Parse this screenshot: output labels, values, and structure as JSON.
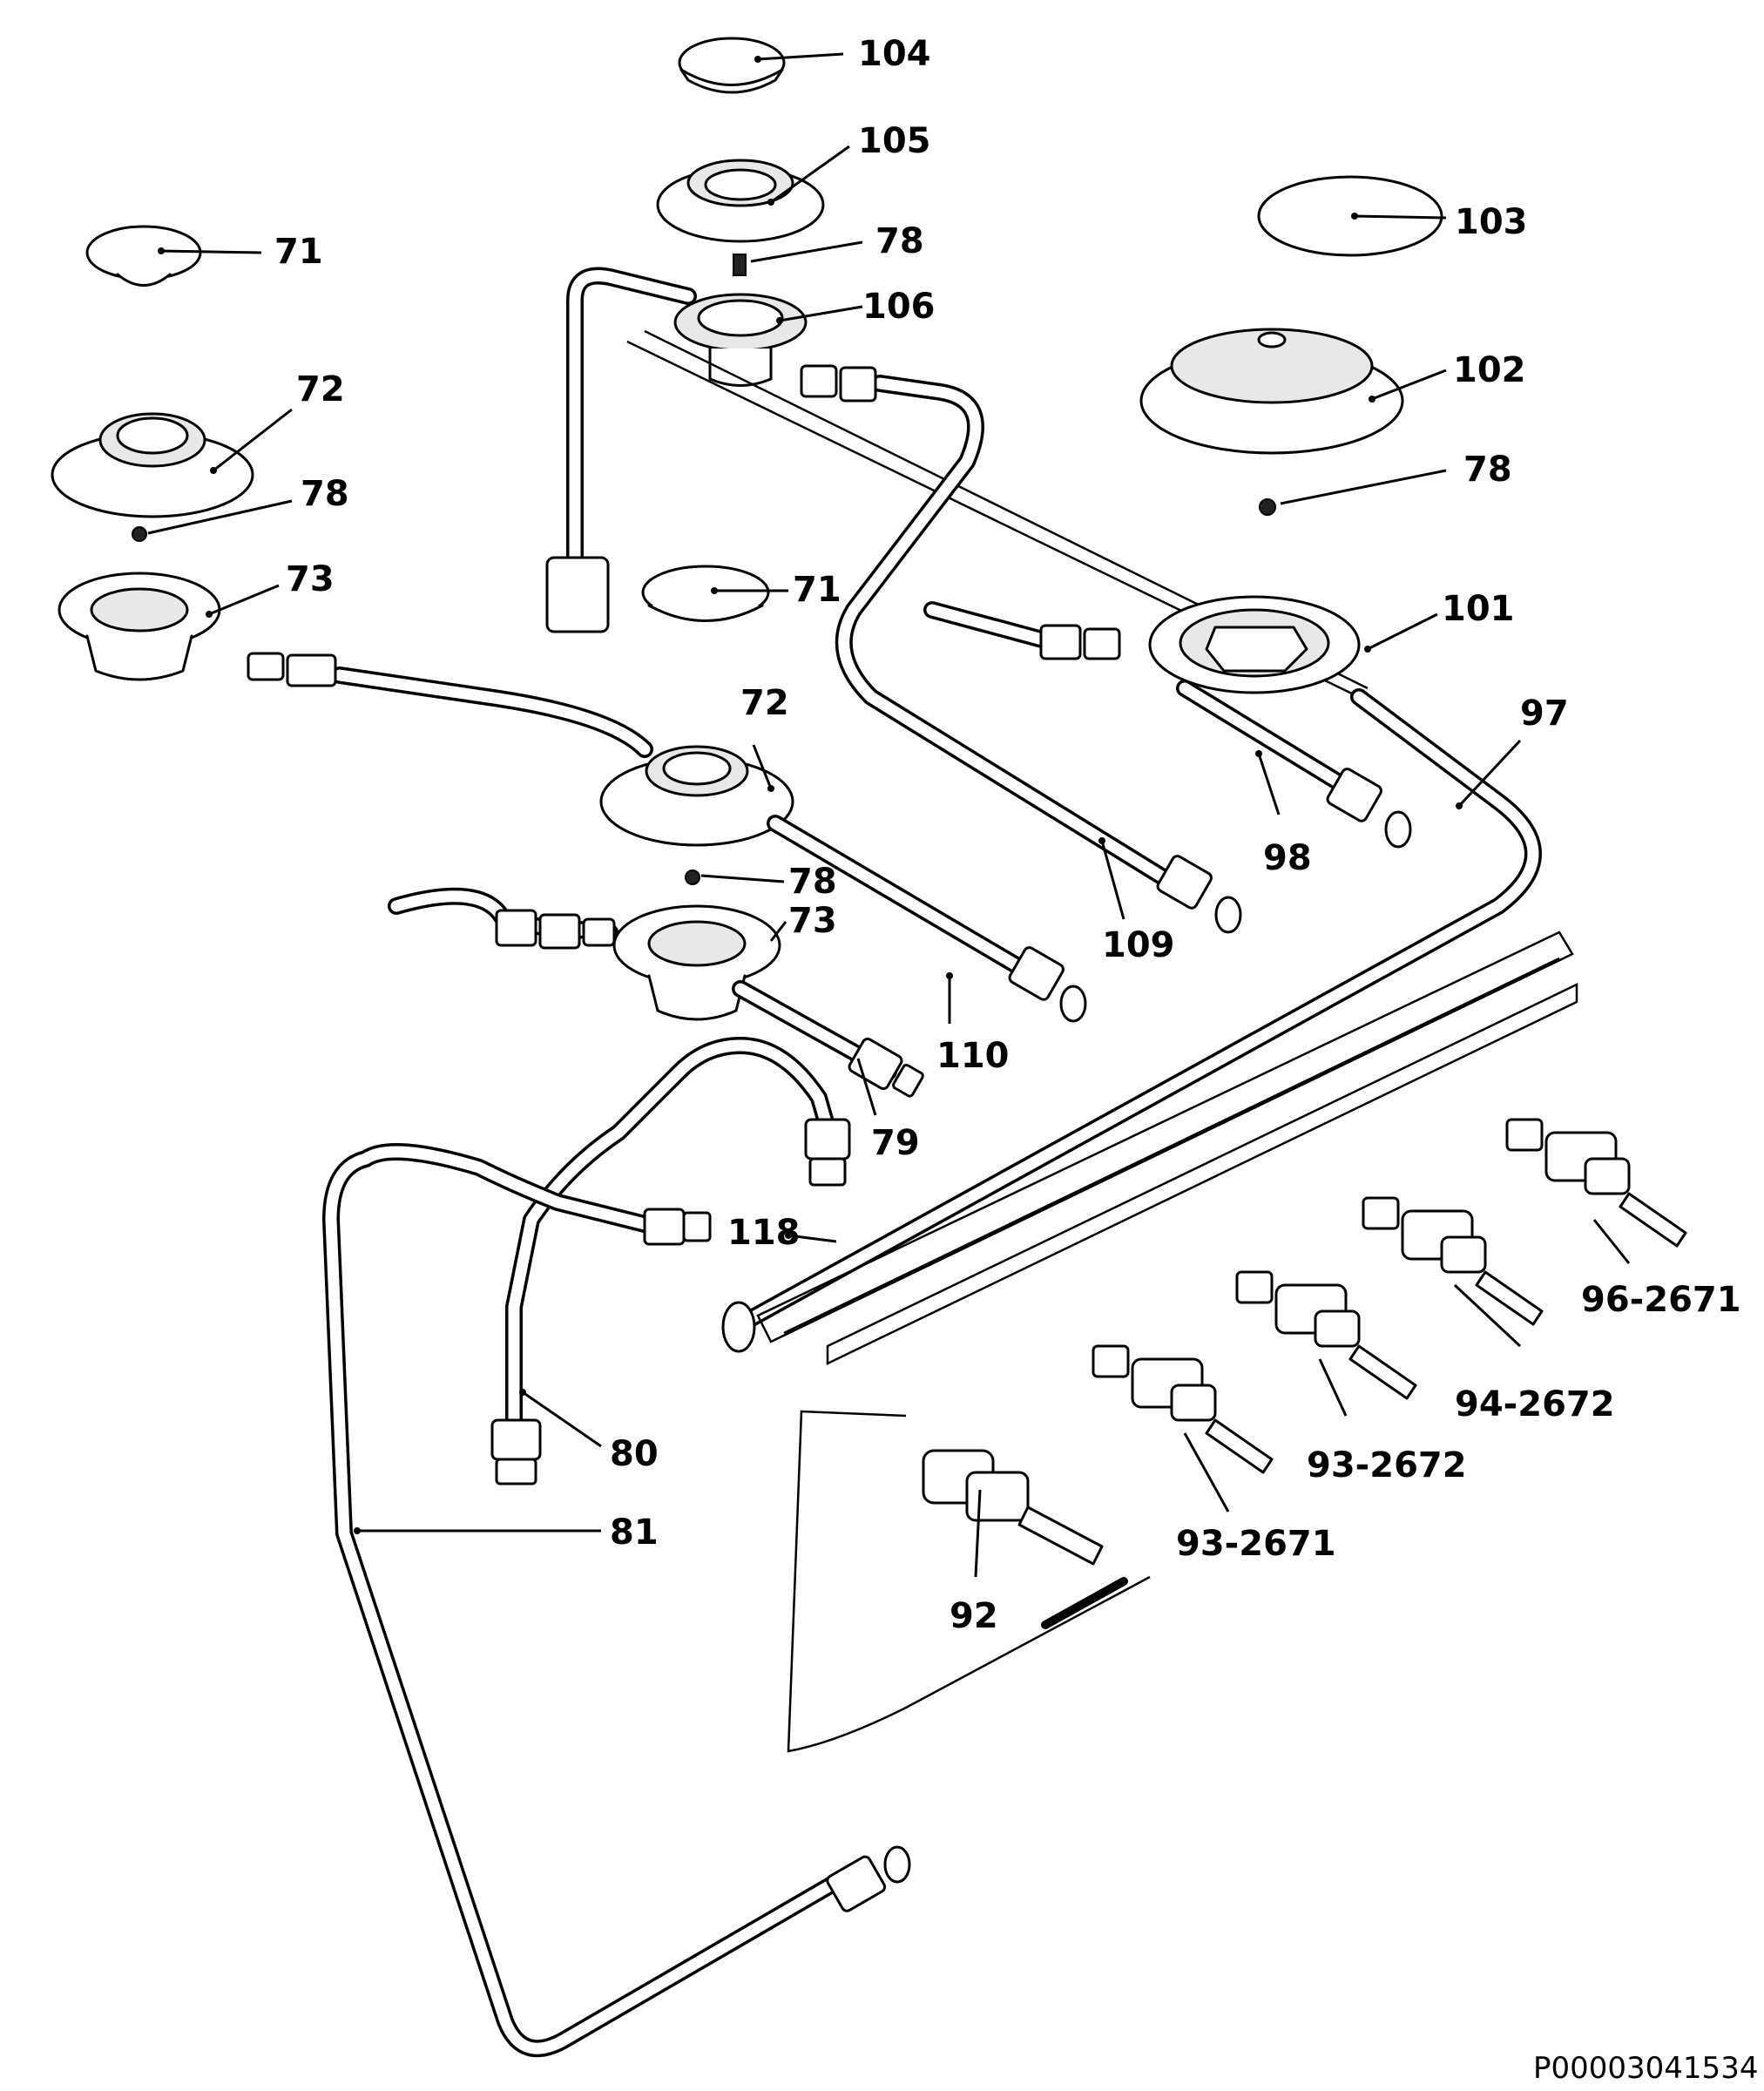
{
  "drawing": {
    "document_id": "P00003041534"
  },
  "callouts": [
    {
      "key": "c104",
      "text": "104"
    },
    {
      "key": "c105",
      "text": "105"
    },
    {
      "key": "c78a",
      "text": "78"
    },
    {
      "key": "c106",
      "text": "106"
    },
    {
      "key": "c103",
      "text": "103"
    },
    {
      "key": "c102",
      "text": "102"
    },
    {
      "key": "c78b",
      "text": "78"
    },
    {
      "key": "c71a",
      "text": "71"
    },
    {
      "key": "c72a",
      "text": "72"
    },
    {
      "key": "c78c",
      "text": "78"
    },
    {
      "key": "c73a",
      "text": "73"
    },
    {
      "key": "c71b",
      "text": "71"
    },
    {
      "key": "c101",
      "text": "101"
    },
    {
      "key": "c97",
      "text": "97"
    },
    {
      "key": "c72b",
      "text": "72"
    },
    {
      "key": "c98",
      "text": "98"
    },
    {
      "key": "c78d",
      "text": "78"
    },
    {
      "key": "c73b",
      "text": "73"
    },
    {
      "key": "c109",
      "text": "109"
    },
    {
      "key": "c110",
      "text": "110"
    },
    {
      "key": "c79",
      "text": "79"
    },
    {
      "key": "c118",
      "text": "118"
    },
    {
      "key": "c96_2671",
      "text": "96-2671"
    },
    {
      "key": "c94_2672",
      "text": "94-2672"
    },
    {
      "key": "c80",
      "text": "80"
    },
    {
      "key": "c93_2672",
      "text": "93-2672"
    },
    {
      "key": "c81",
      "text": "81"
    },
    {
      "key": "c93_2671",
      "text": "93-2671"
    },
    {
      "key": "c92",
      "text": "92"
    }
  ]
}
